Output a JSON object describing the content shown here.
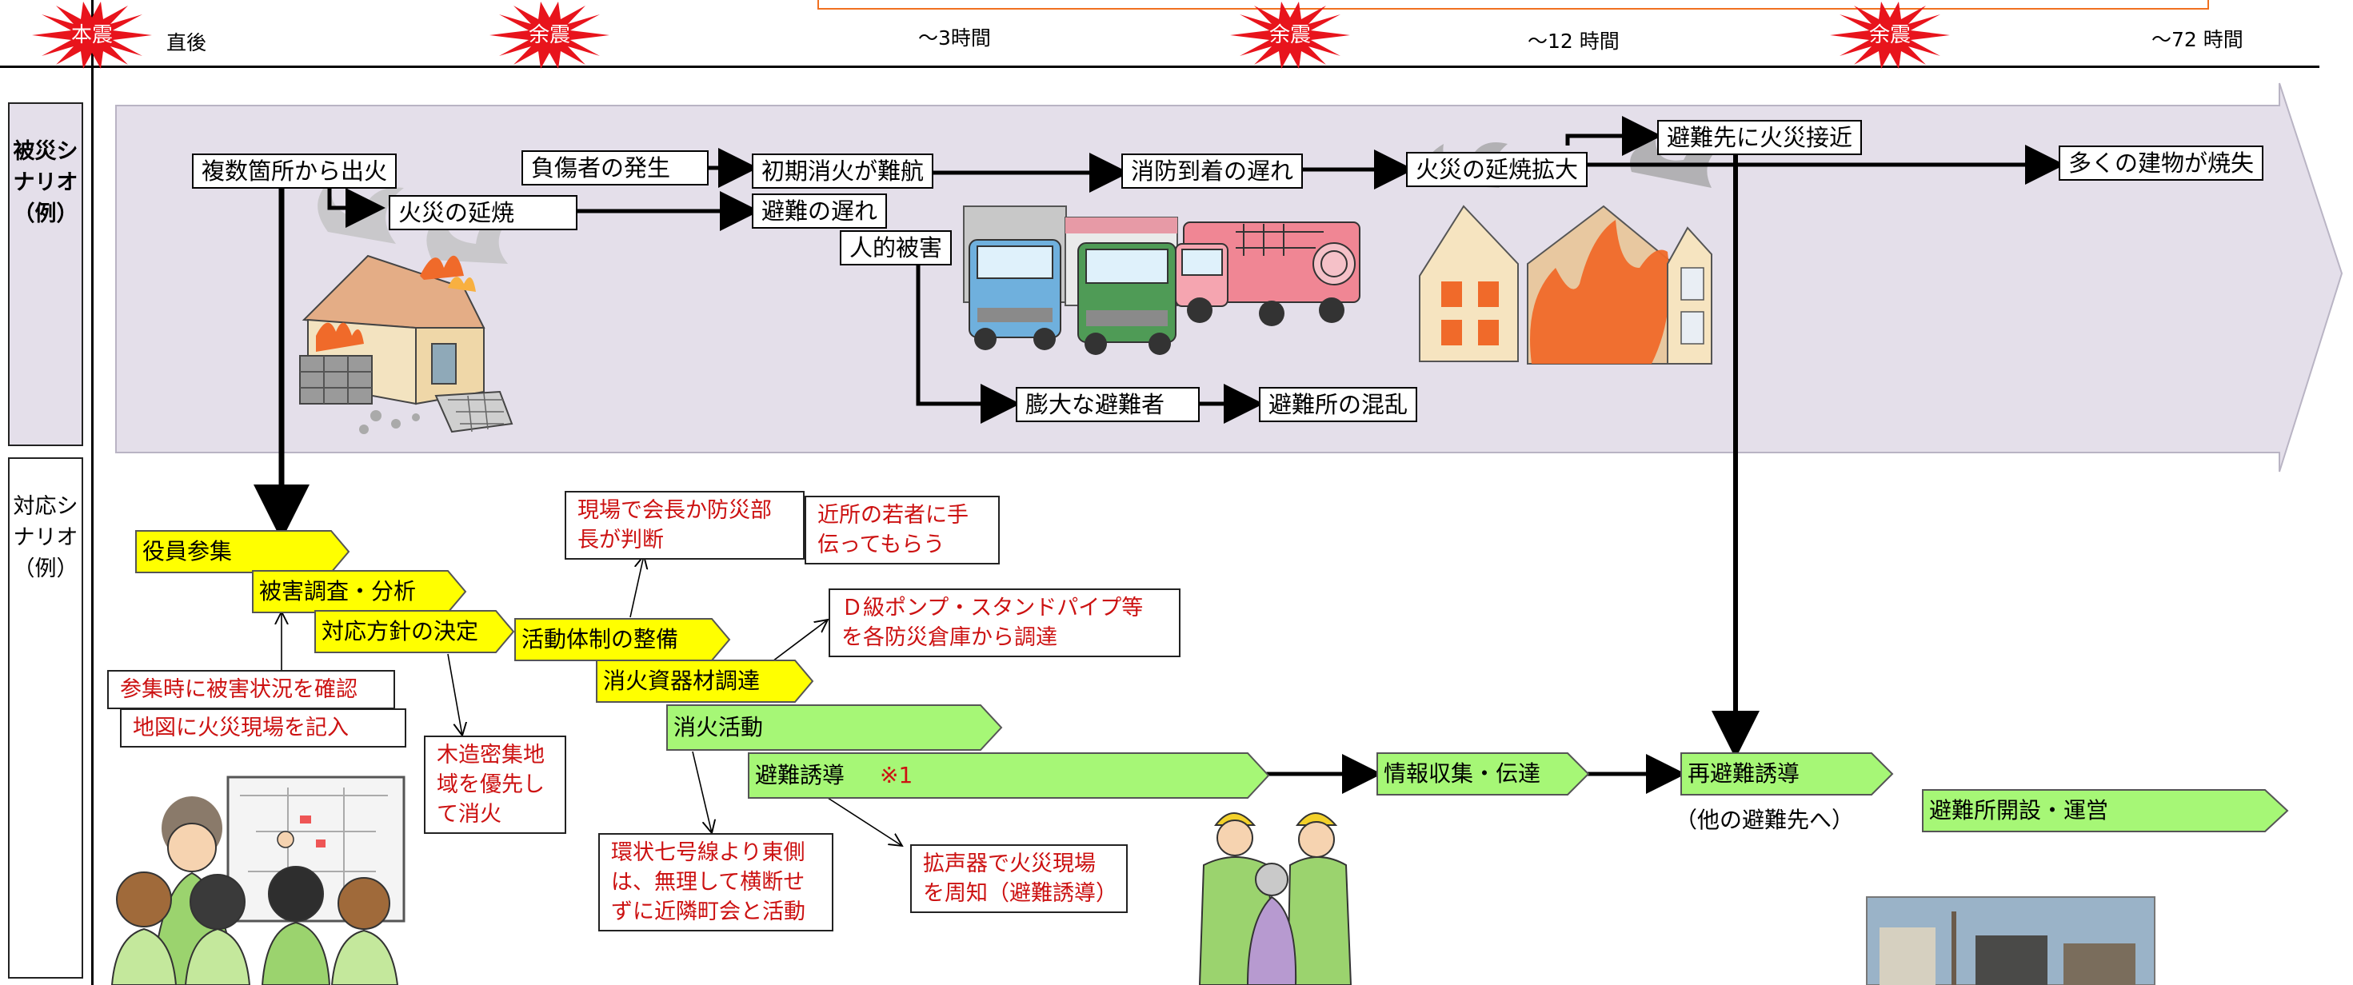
{
  "timeline": {
    "main_quake": "本震",
    "aftershock": "余震",
    "t0": "直後",
    "t1": "～3時間",
    "t2": "～12 時間",
    "t3": "～72 時間"
  },
  "sections": {
    "damage_label": "被災シ\nナリオ\n（例）",
    "response_label": "対応シ\nナリオ\n（例）"
  },
  "damage_boxes": {
    "fires": "複数箇所から出火",
    "spread": "火災の延焼",
    "injured": "負傷者の発生",
    "initial_fail": "初期消火が難航",
    "evac_delay": "避難の遅れ",
    "human_damage": "人的被害",
    "fd_delay": "消防到着の遅れ",
    "expand": "火災の延焼拡大",
    "approach": "避難先に火災接近",
    "burned": "多くの建物が焼失",
    "many_evac": "膨大な避難者",
    "shelter_chaos": "避難所の混乱"
  },
  "response_tags": {
    "officers": "役員参集",
    "survey": "被害調査・分析",
    "policy": "対応方針の決定",
    "structure": "活動体制の整備",
    "equipment": "消火資器材調達",
    "firefight": "消火活動",
    "evacuation": "避難誘導",
    "evac_note_mark": "※1",
    "info": "情報収集・伝達",
    "re_evac": "再避難誘導",
    "re_evac_sub": "（他の避難先へ）",
    "shelter_open": "避難所開設・運営"
  },
  "notes": {
    "confirm": "参集時に被害状況を確認",
    "map": "地図に火災現場を記入",
    "wood_area": "木造密集地\n域を優先し\nて消火",
    "decision": "現場で会長か防災部\n長が判断",
    "youth": "近所の若者に手\n伝ってもらう",
    "pump": "Ｄ級ポンプ・スタンドパイプ等\nを各防災倉庫から調達",
    "loop7": "環状七号線より東側\nは、無理して横断せ\nずに近隣町会と活動",
    "speaker": "拡声器で火災現場\nを周知（避難誘導）"
  },
  "colors": {
    "damage_band": "#e4dfea",
    "tag_yellow": "#ffff00",
    "tag_green": "#a6f776",
    "note_red": "#cc1111",
    "star_red": "#e8141c"
  }
}
